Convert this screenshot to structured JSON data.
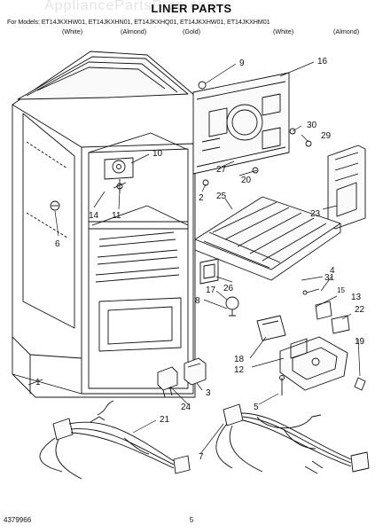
{
  "header": {
    "title": "LINER PARTS",
    "models_line": "For Models: ET14JKXHW01, ET14JKXHN01, ET14JKXHQ01, ET14JKXHW01, ET14JKXHM01",
    "colors": [
      "(White)",
      "(Almond)",
      "(Gold)",
      "(White)",
      "(Almond)"
    ]
  },
  "watermark": "AppliancePartsPros.com",
  "callouts": [
    "16",
    "9",
    "30",
    "29",
    "10",
    "20",
    "27",
    "2",
    "23",
    "25",
    "11",
    "14",
    "6",
    "31",
    "4",
    "15",
    "13",
    "26",
    "17",
    "8",
    "22",
    "19",
    "18",
    "12",
    "1",
    "3",
    "5",
    "24",
    "21",
    "7"
  ],
  "footer": {
    "doc_number": "4379966",
    "page": "5"
  }
}
